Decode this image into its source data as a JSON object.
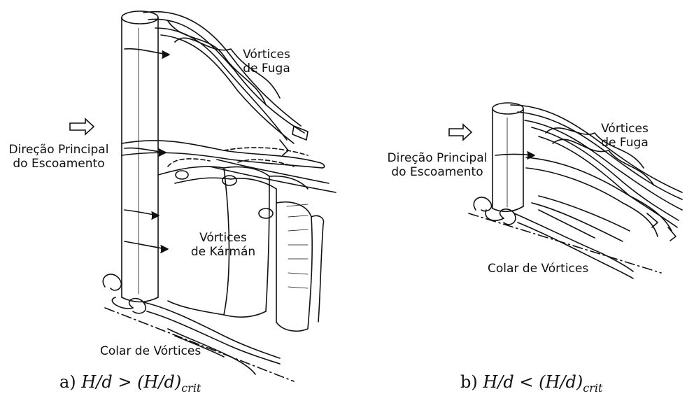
{
  "panel_a": {
    "wake_vortices": [
      "Vórtices",
      "de Fuga"
    ],
    "flow_direction": [
      "Direção Principal",
      "do Escoamento"
    ],
    "karman_vortices": [
      "Vórtices",
      "de Kármán"
    ],
    "collar_vortices": "Colar de Vórtices",
    "caption_prefix": "a)",
    "caption_lhs": "H/d",
    "caption_op": ">",
    "caption_rhs": "(H/d)",
    "caption_sub": "crit"
  },
  "panel_b": {
    "wake_vortices": [
      "Vórtices",
      "de Fuga"
    ],
    "flow_direction": [
      "Direção Principal",
      "do Escoamento"
    ],
    "collar_vortices": "Colar de Vórtices",
    "caption_prefix": "b)",
    "caption_lhs": "H/d",
    "caption_op": "<",
    "caption_rhs": "(H/d)",
    "caption_sub": "crit"
  }
}
